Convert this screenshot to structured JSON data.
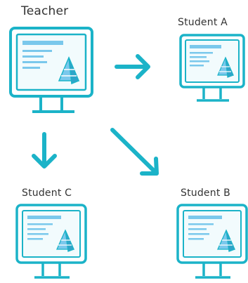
{
  "nodes": {
    "teacher": {
      "label": "Teacher"
    },
    "student_a": {
      "label": "Student A"
    },
    "student_b": {
      "label": "Student B"
    },
    "student_c": {
      "label": "Student C"
    }
  },
  "colors": {
    "accent": "#1BB3C8",
    "screen_fill": "#F2FBFD",
    "bar": "#7AC8EC",
    "text": "#333333"
  },
  "icons": {
    "computer": "computer-monitor-icon",
    "pyramid": "pyramid-chart-icon",
    "arrow": "arrow-icon"
  }
}
